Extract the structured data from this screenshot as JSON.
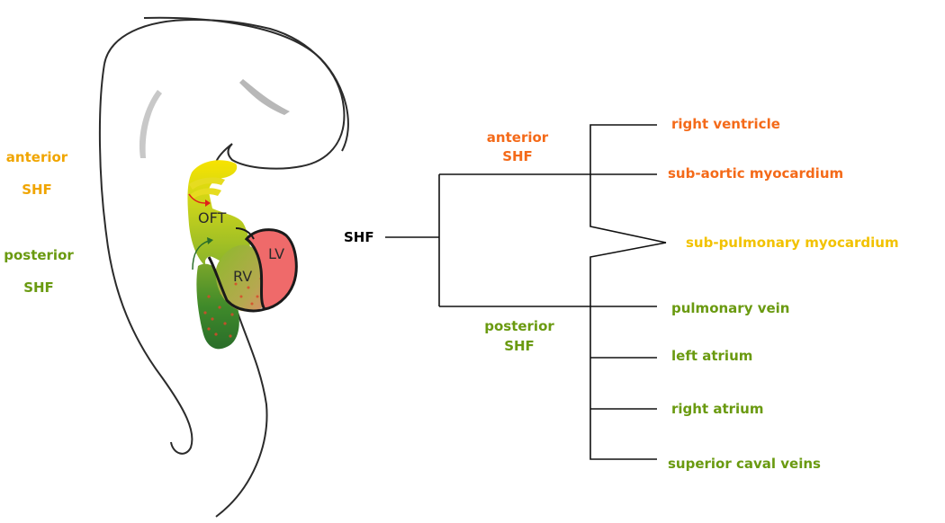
{
  "colors": {
    "orange": "#f46a19",
    "amber": "#f0a500",
    "green": "#6a9a10",
    "yellow": "#f2c200",
    "lv_red": "#ef6a6a"
  },
  "embryo": {
    "anterior_label": "anterior",
    "anterior_shf": "SHF",
    "posterior_label": "posterior",
    "posterior_shf": "SHF",
    "oft": "OFT",
    "rv": "RV",
    "lv": "LV"
  },
  "tree": {
    "root": "SHF",
    "anterior_label": "anterior",
    "anterior_shf": "SHF",
    "posterior_label": "posterior",
    "posterior_shf": "SHF",
    "leaves": {
      "right_ventricle": "right ventricle",
      "sub_aortic": "sub-aortic myocardium",
      "sub_pulmonary": "sub-pulmonary myocardium",
      "pulmonary_vein": "pulmonary vein",
      "left_atrium": "left atrium",
      "right_atrium": "right atrium",
      "superior_caval": "superior caval veins"
    }
  }
}
